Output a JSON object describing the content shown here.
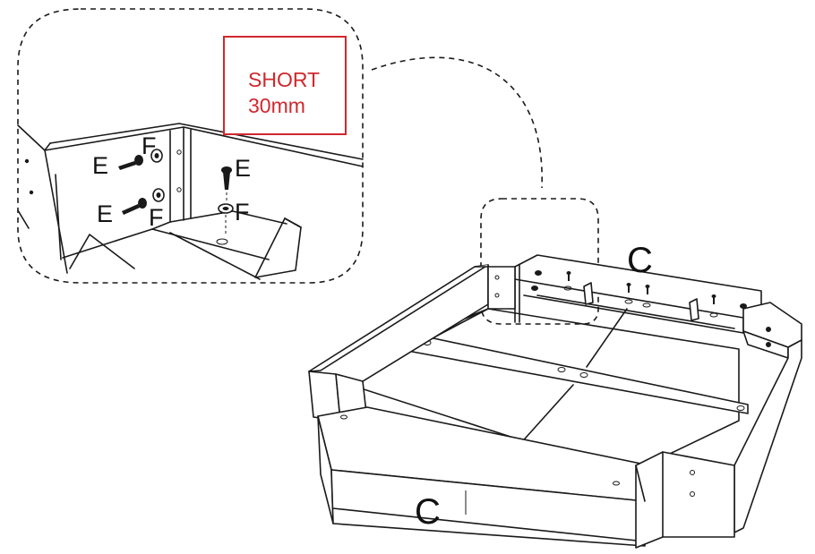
{
  "callout": {
    "line1": "SHORT",
    "line2": "30mm",
    "border_color": "#d0282e",
    "text_color": "#d0282e"
  },
  "labels": {
    "screw": "E",
    "washer": "F",
    "panel": "C"
  }
}
